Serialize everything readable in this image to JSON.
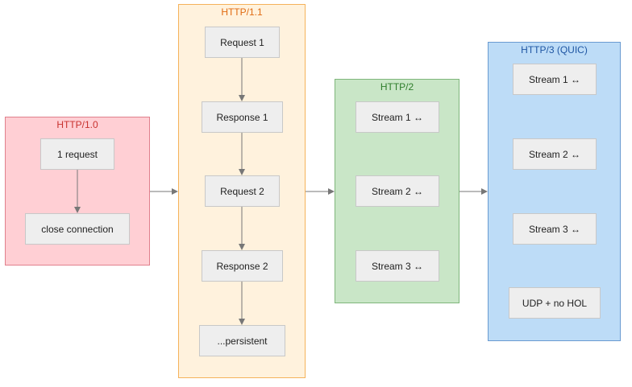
{
  "lanes": {
    "http10": {
      "title": "HTTP/1.0",
      "nodes": [
        "1 request",
        "close connection"
      ]
    },
    "http11": {
      "title": "HTTP/1.1",
      "nodes": [
        "Request 1",
        "Response 1",
        "Request 2",
        "Response 2",
        "...persistent"
      ]
    },
    "http2": {
      "title": "HTTP/2",
      "nodes": [
        "Stream 1 ↔",
        "Stream 2 ↔",
        "Stream 3 ↔"
      ]
    },
    "http3": {
      "title": "HTTP/3 (QUIC)",
      "nodes": [
        "Stream 1 ↔",
        "Stream 2 ↔",
        "Stream 3 ↔",
        "UDP + no HOL"
      ]
    }
  },
  "colors": {
    "arrow": "#777777",
    "http10": "#ffcfd4",
    "http11": "#fff2dd",
    "http2": "#c9e6c7",
    "http3": "#bddcf7"
  }
}
